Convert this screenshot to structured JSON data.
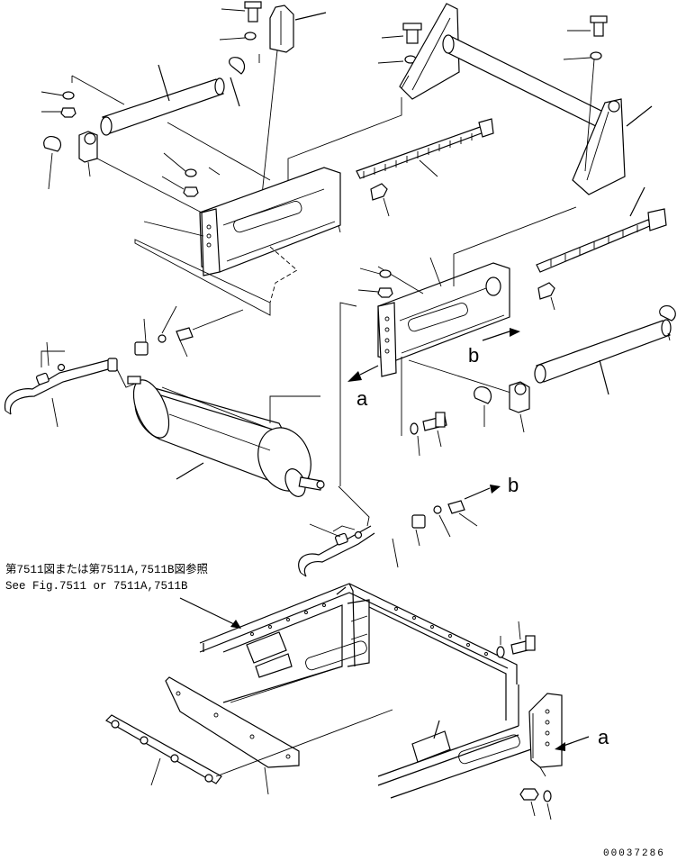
{
  "diagram": {
    "reference_note_jp": "第7511図または第7511A,7511B図参照",
    "reference_note_en": "See Fig.7511 or 7511A,7511B",
    "view_labels": {
      "a_upper": "a",
      "b_upper": "b",
      "b_lower": "b",
      "a_lower": "a"
    },
    "document_number": "00037286"
  }
}
